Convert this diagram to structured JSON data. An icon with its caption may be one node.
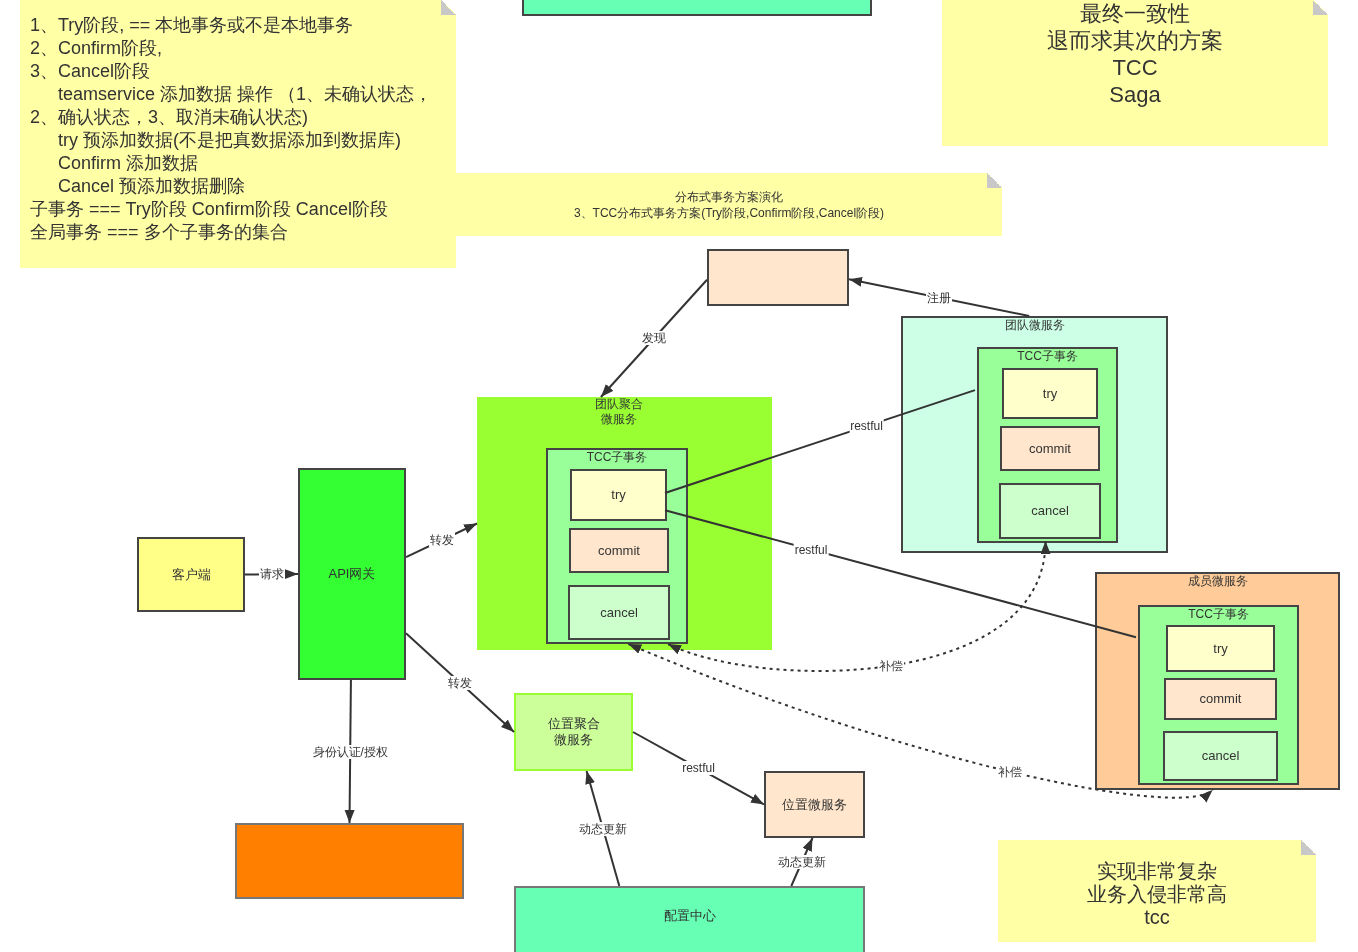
{
  "diagram": {
    "nodes": [
      {
        "text": [
          "1、Try阶段, == 本地事务或不是本地事务",
          "2、Confirm阶段,",
          "3、Cancel阶段",
          "teamservice 添加数据 操作 （1、未确认状态，2、确认状态，3、取消未确认状态)",
          "try 预添加数据(不是把真数据添加到数据库)",
          "Confirm 添加数据",
          "Cancel 预添加数据删除",
          "子事务 === Try阶段 Confirm阶段 Cancel阶段",
          "全局事务 === 多个子事务的集合"
        ]
      },
      {
        "text": [],
        "shape": "box"
      },
      {
        "text": [
          "最终一致性",
          "退而求其次的方案",
          "TCC",
          "Saga"
        ]
      },
      {
        "text": [
          "分布式事务方案演化",
          "3、TCC分布式事务方案(Try阶段,Confirm阶段,Cancel阶段)"
        ]
      },
      {
        "text": [],
        "shape": "box"
      },
      {
        "text": [
          "团队微服务"
        ]
      },
      {
        "text": [
          "TCC子事务"
        ],
        "in": 5
      },
      {
        "text": [
          "try"
        ],
        "in": 6
      },
      {
        "text": [
          "commit"
        ],
        "in": 6
      },
      {
        "text": [
          "cancel"
        ],
        "in": 6
      },
      {
        "text": [
          "团队聚合微服务"
        ]
      },
      {
        "text": [
          "TCC子事务"
        ],
        "in": 10
      },
      {
        "text": [
          "try"
        ],
        "in": 11
      },
      {
        "text": [
          "commit"
        ],
        "in": 11
      },
      {
        "text": [
          "cancel"
        ],
        "in": 11
      },
      {
        "text": [
          "客户端"
        ]
      },
      {
        "text": [
          "API网关"
        ]
      },
      {
        "text": [
          "位置聚合微服务"
        ]
      },
      {
        "text": [
          "位置微服务"
        ]
      },
      {
        "text": [],
        "shape": "box"
      },
      {
        "text": [
          "配置中心"
        ]
      },
      {
        "text": [
          "成员微服务"
        ]
      },
      {
        "text": [
          "TCC子事务"
        ],
        "in": 21
      },
      {
        "text": [
          "try"
        ],
        "in": 22
      },
      {
        "text": [
          "commit"
        ],
        "in": 22
      },
      {
        "text": [
          "cancel"
        ],
        "in": 22
      },
      {
        "text": [
          "实现非常复杂",
          "业务入侵非常高",
          "tcc"
        ]
      }
    ],
    "edges": [
      {
        "from": 5,
        "to": 4,
        "arrow": "to",
        "label": "注册"
      },
      {
        "from": 4,
        "to": 10,
        "arrow": "to",
        "label": "发现"
      },
      {
        "from": 12,
        "to": 6,
        "arrow": "none",
        "label": "restful"
      },
      {
        "from": 12,
        "to": 22,
        "arrow": "none",
        "label": "restful"
      },
      {
        "from": 11,
        "to": 6,
        "arrow": "both",
        "label": "补偿",
        "style": "dashed"
      },
      {
        "from": 11,
        "to": 21,
        "arrow": "both",
        "label": "补偿",
        "style": "dashed"
      },
      {
        "from": 15,
        "to": 16,
        "arrow": "to",
        "label": "请求"
      },
      {
        "from": 16,
        "to": 10,
        "arrow": "to",
        "label": "转发"
      },
      {
        "from": 16,
        "to": 17,
        "arrow": "to",
        "label": "转发"
      },
      {
        "from": 16,
        "to": 19,
        "arrow": "to",
        "label": "身份认证/授权"
      },
      {
        "from": 17,
        "to": 18,
        "arrow": "to",
        "label": "restful"
      },
      {
        "from": 20,
        "to": 17,
        "arrow": "to",
        "label": "动态更新"
      },
      {
        "from": 20,
        "to": 18,
        "arrow": "to",
        "label": "动态更新"
      }
    ]
  }
}
